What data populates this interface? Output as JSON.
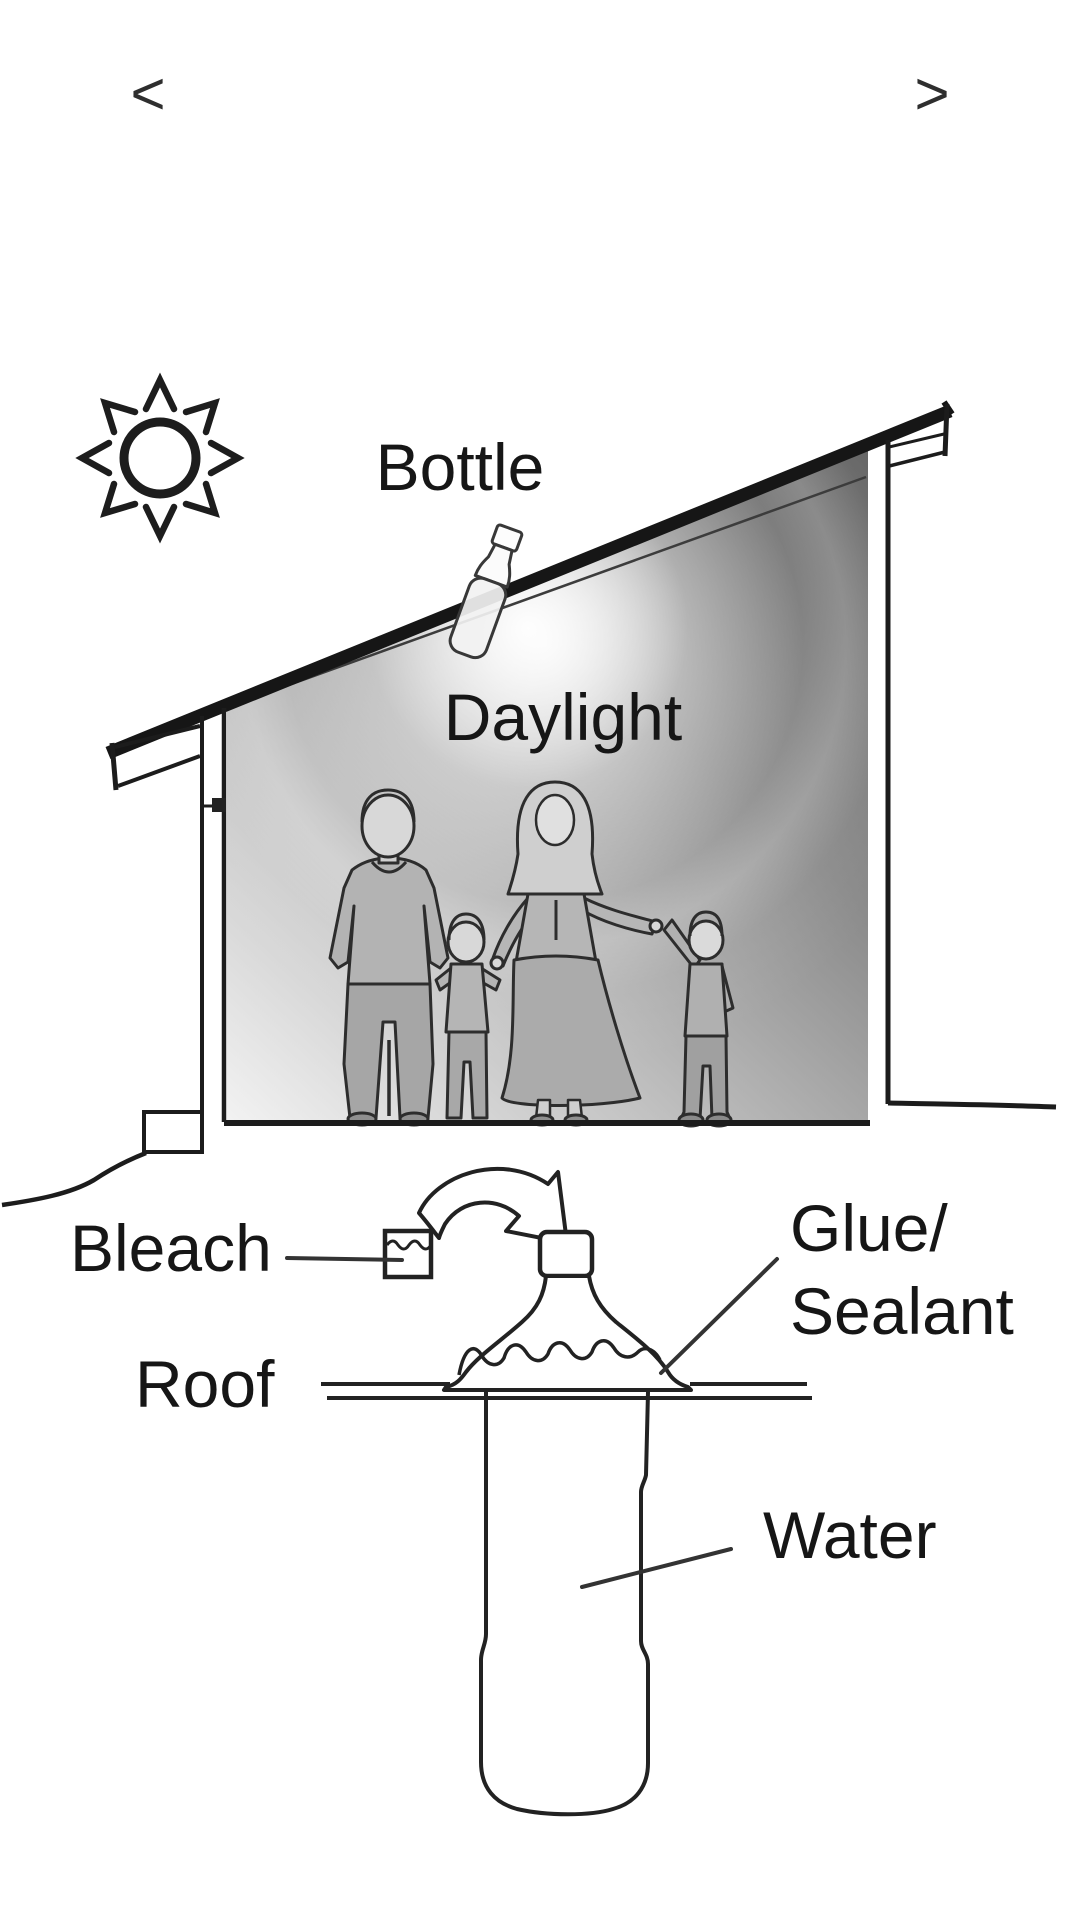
{
  "nav": {
    "prev_label": "<",
    "next_label": ">"
  },
  "labels": {
    "bottle": "Bottle",
    "daylight": "Daylight",
    "bleach": "Bleach",
    "roof": "Roof",
    "glue_line1": "Glue/",
    "glue_line2": "Sealant",
    "water": "Water"
  },
  "icons": {
    "prev": "chevron-left-icon",
    "next": "chevron-right-icon",
    "sun": "sun-icon",
    "flow_arrow": "curved-arrow-icon"
  },
  "colors": {
    "background": "#ffffff",
    "ink": "#1f1f1f",
    "interior_dark": "#5e5e5e",
    "interior_light": "#f2f2f2",
    "figure_grey": "#b3b3b3",
    "glow": "#ffffff"
  }
}
